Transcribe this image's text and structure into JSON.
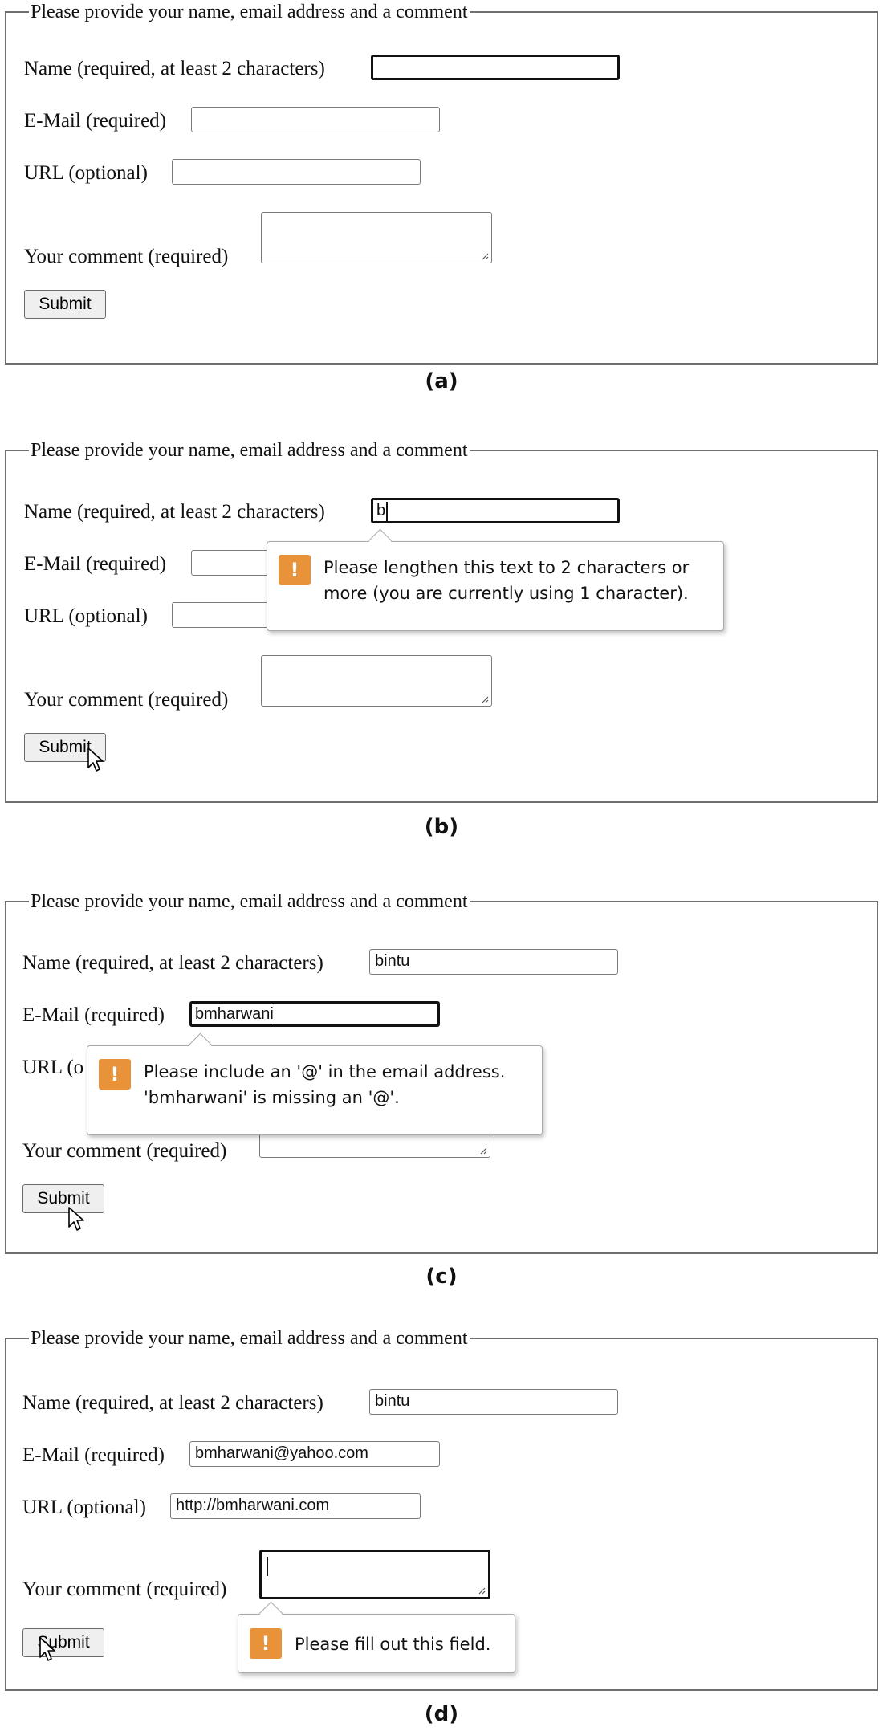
{
  "form": {
    "legend": "Please provide your name, email address and a comment",
    "name_label": "Name (required, at least 2 characters)",
    "email_label": "E-Mail (required)",
    "url_label": "URL (optional)",
    "comment_label": "Your comment (required)",
    "submit_label": "Submit"
  },
  "panels": [
    {
      "caption": "(a)",
      "name_value": "",
      "email_value": "",
      "url_value": "",
      "focused_field": "name"
    },
    {
      "caption": "(b)",
      "name_value": "b",
      "email_value": "",
      "url_value": "",
      "focused_field": "name",
      "tooltip": {
        "line1": "Please lengthen this text to 2 characters or",
        "line2": "more (you are currently using 1 character)."
      }
    },
    {
      "caption": "(c)",
      "name_value": "bintu",
      "email_value": "bmharwani",
      "url_value": "",
      "focused_field": "email",
      "url_label_visible": "URL (o",
      "tooltip": {
        "line1": "Please include an '@' in the email address.",
        "line2": "'bmharwani' is missing an '@'."
      }
    },
    {
      "caption": "(d)",
      "name_value": "bintu",
      "email_value": "bmharwani@yahoo.com",
      "url_value": "http://bmharwani.com",
      "focused_field": "comment",
      "tooltip": {
        "line1": "Please fill out this field."
      }
    }
  ],
  "colors": {
    "warning_icon": "#e8923a",
    "button_bg": "#efefef",
    "border": "#6e6e6e"
  },
  "icons": [
    "warning-icon",
    "mouse-pointer-icon",
    "resize-grip-icon"
  ]
}
